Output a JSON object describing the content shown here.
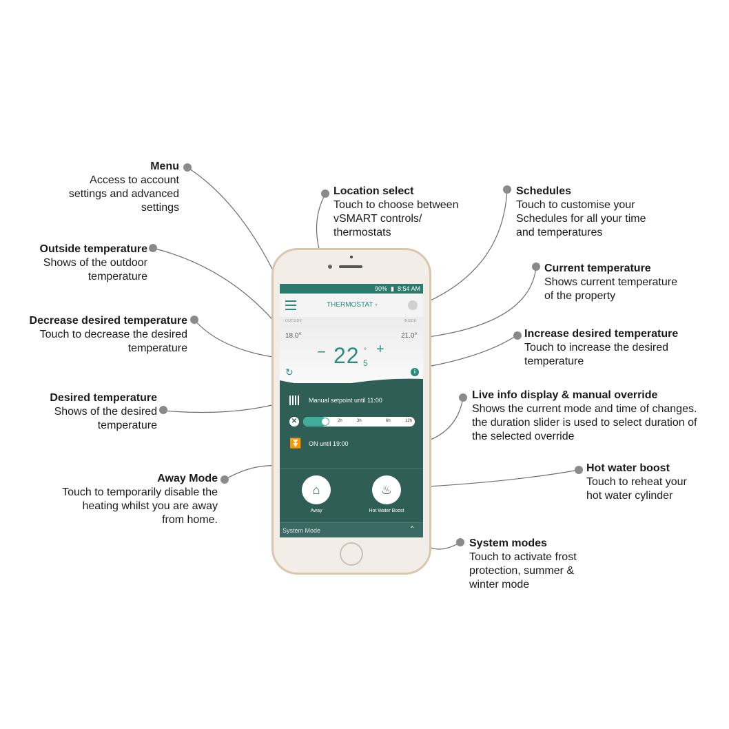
{
  "callouts": {
    "menu": {
      "title": "Menu",
      "desc": [
        "Access to account",
        "settings and advanced",
        "settings"
      ]
    },
    "location": {
      "title": "Location select",
      "desc": [
        "Touch to choose between",
        "vSMART controls/",
        "thermostats"
      ]
    },
    "schedules": {
      "title": "Schedules",
      "desc": [
        "Touch to customise your",
        "Schedules for all your time",
        "and temperatures"
      ]
    },
    "outside": {
      "title": "Outside temperature",
      "desc": [
        "Shows of the outdoor",
        "temperature"
      ]
    },
    "current": {
      "title": "Current temperature",
      "desc": [
        "Shows current temperature",
        "of the property"
      ]
    },
    "decrease": {
      "title": "Decrease desired temperature",
      "desc": [
        "Touch to decrease the desired",
        "temperature"
      ]
    },
    "increase": {
      "title": "Increase desired temperature",
      "desc": [
        "Touch to increase the desired",
        "temperature"
      ]
    },
    "desired": {
      "title": "Desired temperature",
      "desc": [
        "Shows of the desired",
        "temperature"
      ]
    },
    "live": {
      "title": "Live info display & manual override",
      "desc": [
        "Shows the current mode and time of changes.",
        "the duration slider is used to select duration of",
        "the selected override"
      ]
    },
    "hotwater": {
      "title": "Hot water boost",
      "desc": [
        "Touch to reheat your",
        "hot water cylinder"
      ]
    },
    "away": {
      "title": "Away Mode",
      "desc": [
        "Touch to temporarily disable the",
        "heating whilst you are away",
        "from home."
      ]
    },
    "sysmodes": {
      "title": "System modes",
      "desc": [
        "Touch to activate frost",
        "protection, summer &",
        "winter mode"
      ]
    }
  },
  "app": {
    "status_time": "8:54 AM",
    "status_battery": "90%",
    "location_label": "THERMOSTAT",
    "outside_label": "OUTSIDE",
    "outside_value": "18.0°",
    "inside_label": "INSIDE",
    "inside_value": "21.0°",
    "desired_whole": "22",
    "desired_decimal": "5",
    "degree": "°",
    "minus": "−",
    "plus": "+",
    "setpoint_text": "Manual setpoint until 11:00",
    "slider_ticks": [
      "2h",
      "3h",
      "6h",
      "12h"
    ],
    "hotwater_status": "ON until 19:00",
    "away_label": "Away",
    "hotwater_label": "Hot Water Boost",
    "system_mode_label": "System Mode",
    "override_level": 0.15
  },
  "colors": {
    "accent": "#2b8a7a",
    "panel": "#2f5e57",
    "callout_dot": "#8a8a8a",
    "phone_frame": "#d9c6ae"
  }
}
